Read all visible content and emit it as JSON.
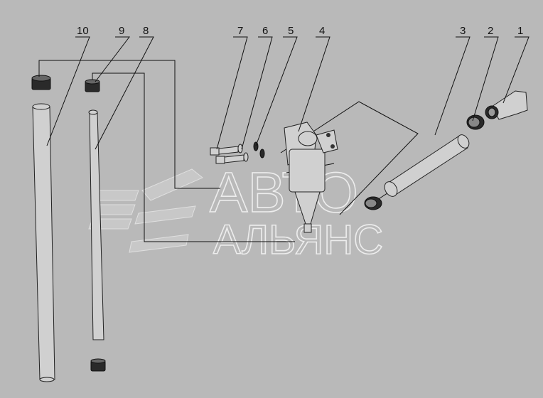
{
  "callouts": [
    {
      "id": "1",
      "label": "1"
    },
    {
      "id": "2",
      "label": "2"
    },
    {
      "id": "3",
      "label": "3"
    },
    {
      "id": "4",
      "label": "4"
    },
    {
      "id": "5",
      "label": "5"
    },
    {
      "id": "6",
      "label": "6"
    },
    {
      "id": "7",
      "label": "7"
    },
    {
      "id": "8",
      "label": "8"
    },
    {
      "id": "9",
      "label": "9"
    },
    {
      "id": "10",
      "label": "10"
    }
  ],
  "watermark": {
    "line1": "АВТО",
    "line2": "АЛЬЯНС"
  },
  "colors": {
    "background": "#b9b9b9",
    "line": "#111111",
    "watermark": "#ffffff"
  }
}
